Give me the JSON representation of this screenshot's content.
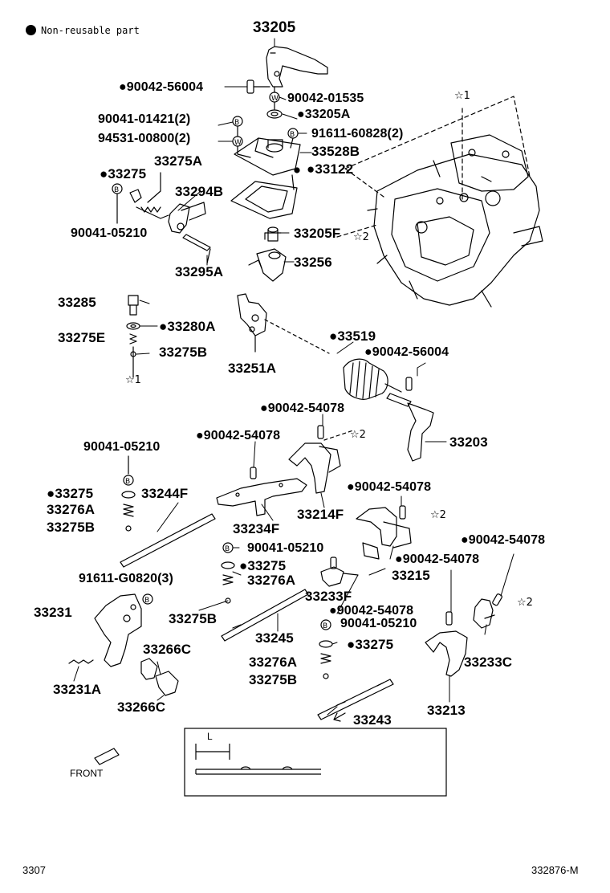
{
  "legend": {
    "text": "Non-reusable part"
  },
  "footer": {
    "left": "3307",
    "right": "332876-M"
  },
  "front_label": "FRONT",
  "inset_label": "L",
  "stars": {
    "s1": "☆1",
    "s2": "☆2"
  },
  "callouts": {
    "p33205": "33205",
    "p90042_56004_top": "●90042-56004",
    "p90042_01535": "90042-01535",
    "p33205A": "●33205A",
    "p90041_01421": "90041-01421(2)",
    "p91611_60828": "91611-60828(2)",
    "p94531_00800": "94531-00800(2)",
    "p33528B": "33528B",
    "p33275A": "33275A",
    "p33275_top": "●33275",
    "p33122": "●33122",
    "p33294B": "33294B",
    "p90041_05210_top": "90041-05210",
    "p33205F": "33205F",
    "p33256": "33256",
    "p33295A": "33295A",
    "p33285": "33285",
    "p33280A": "●33280A",
    "p33275E": "33275E",
    "p33275B_top": "33275B",
    "p33251A": "33251A",
    "p33519": "●33519",
    "p90042_56004_mid": "●90042-56004",
    "p33203": "33203",
    "p90042_54078_a": "●90042-54078",
    "p90042_54078_b": "●90042-54078",
    "p90041_05210_mid": "90041-05210",
    "p33275_mid": "●33275",
    "p33244F": "33244F",
    "p33276A_left": "33276A",
    "p33275B_left": "33275B",
    "p33214F": "33214F",
    "p90042_54078_c": "●90042-54078",
    "p33234F": "33234F",
    "p90042_54078_d": "●90042-54078",
    "p90041_05210_c": "90041-05210",
    "p90042_54078_e": "●90042-54078",
    "p33275_c": "●33275",
    "p33215": "33215",
    "p91611_G0820": "91611-G0820(3)",
    "p33276A_c": "33276A",
    "p33233F": "33233F",
    "p33231": "33231",
    "p33275B_c": "33275B",
    "p90042_54078_f": "●90042-54078",
    "p90041_05210_d": "90041-05210",
    "p33245": "33245",
    "p33275_d": "●33275",
    "p33266C_top": "33266C",
    "p33276A_d": "33276A",
    "p33233C": "33233C",
    "p33231A": "33231A",
    "p33275B_d": "33275B",
    "p33213": "33213",
    "p33266C_bot": "33266C",
    "p33243": "33243"
  }
}
